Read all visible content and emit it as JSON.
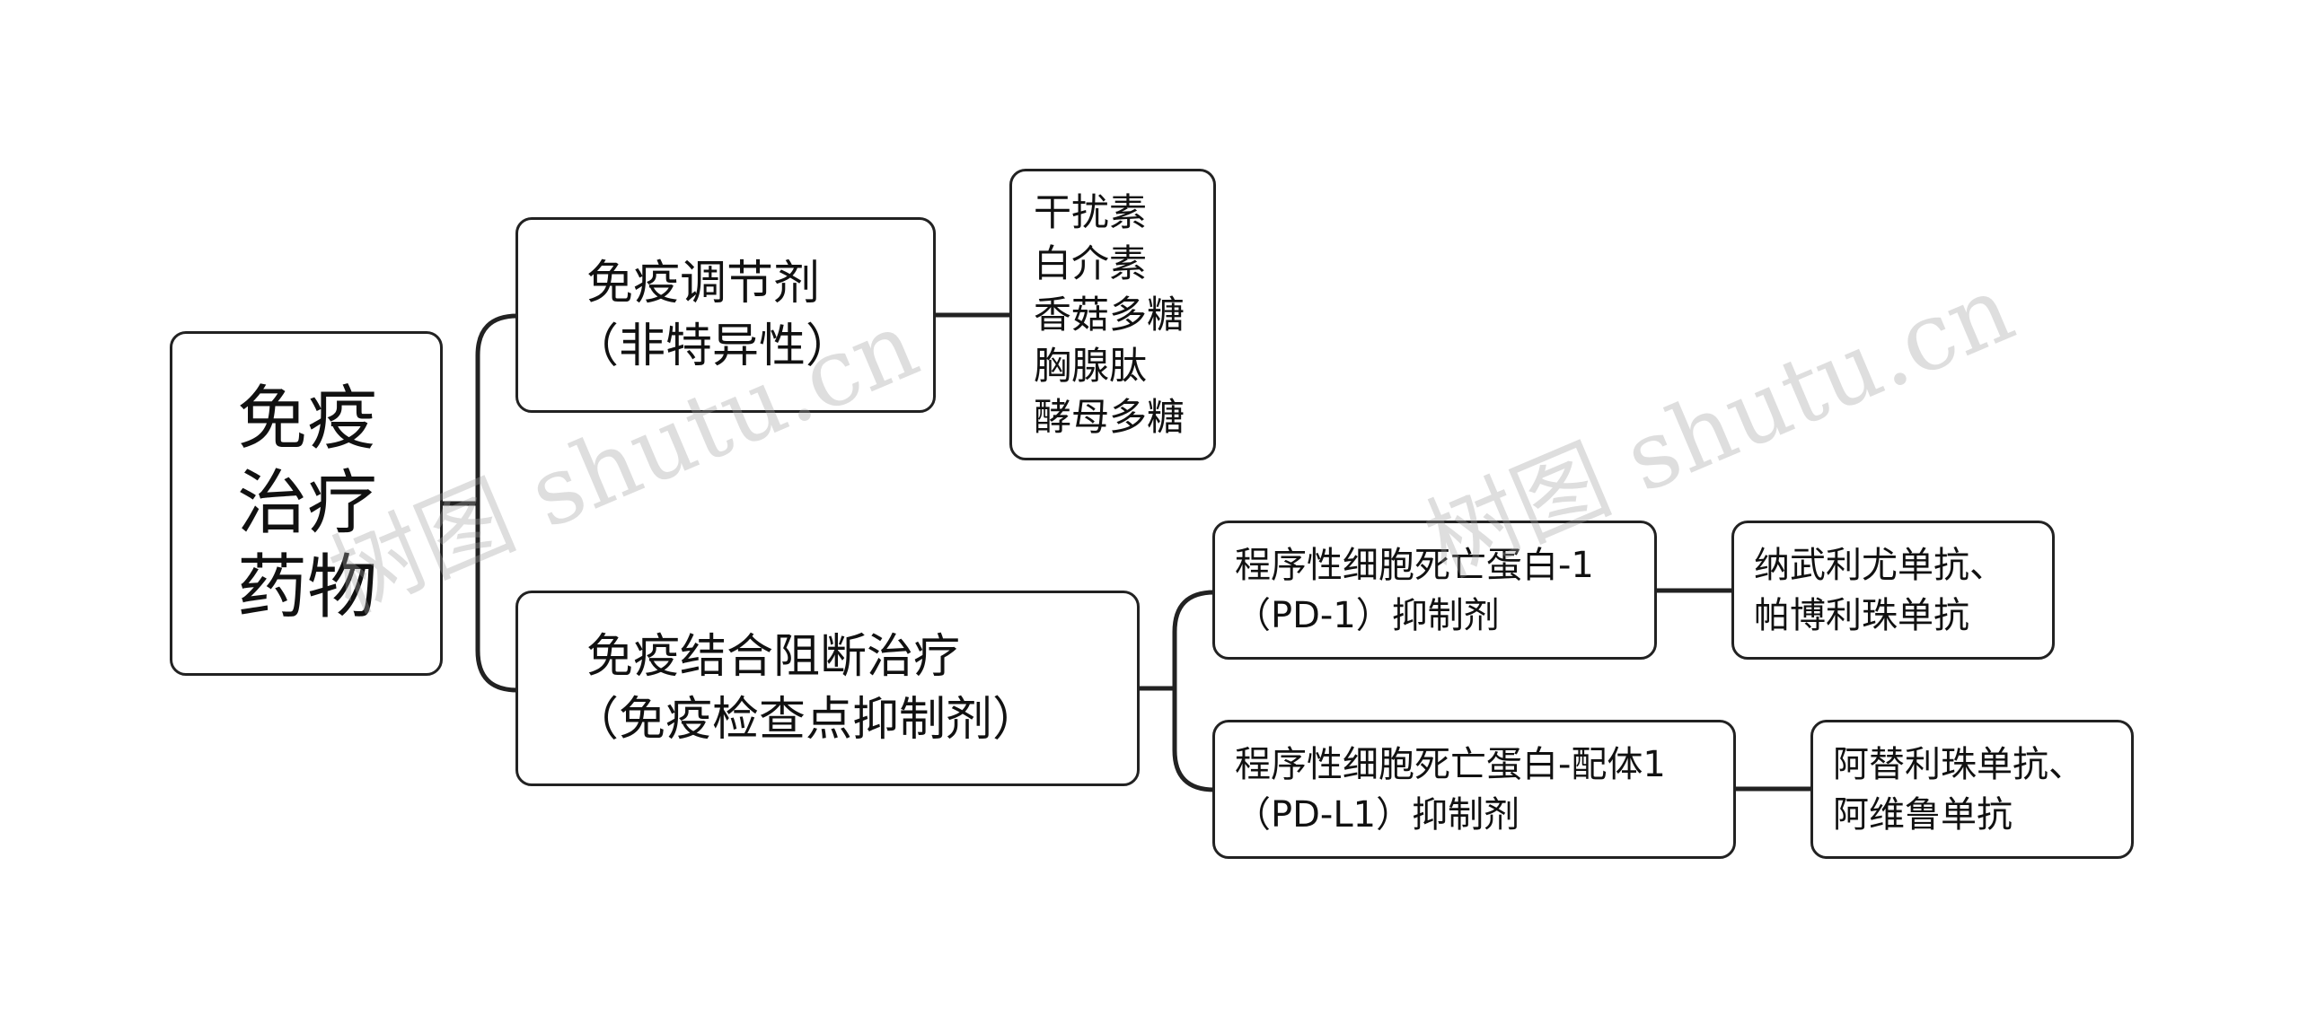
{
  "diagram": {
    "root": {
      "lines": [
        "免疫",
        "治疗",
        "药物"
      ]
    },
    "branch_nonspecific": {
      "lines": [
        "免疫调节剂",
        "（非特异性）"
      ],
      "leaf": {
        "lines": [
          "干扰素",
          "白介素",
          "香菇多糖",
          "胸腺肽",
          "酵母多糖"
        ]
      }
    },
    "branch_checkpoint": {
      "lines": [
        "免疫结合阻断治疗",
        "（免疫检查点抑制剂）"
      ],
      "pd1": {
        "lines": [
          "程序性细胞死亡蛋白-1",
          "（PD-1）抑制剂"
        ],
        "drugs": {
          "lines": [
            "纳武利尤单抗、",
            "帕博利珠单抗"
          ]
        }
      },
      "pdl1": {
        "lines": [
          "程序性细胞死亡蛋白-配体1",
          "（PD-L1）抑制剂"
        ],
        "drugs": {
          "lines": [
            "阿替利珠单抗、",
            "阿维鲁单抗"
          ]
        }
      }
    }
  },
  "watermarks": [
    "树图 shutu.cn",
    "树图 shutu.cn"
  ],
  "colors": {
    "border": "#222222",
    "text": "#111111",
    "watermark": "#a0a0a0"
  }
}
